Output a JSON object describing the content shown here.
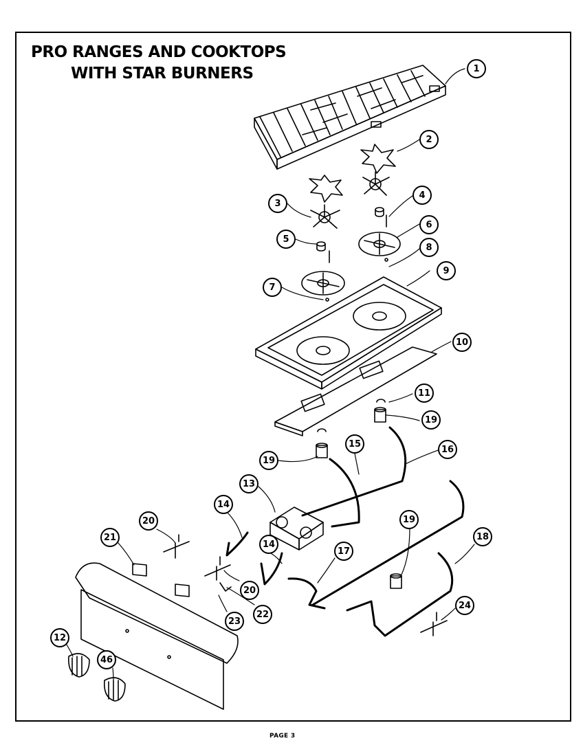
{
  "header": {
    "title_line1": "PRO RANGES AND COOKTOPS",
    "title_line2": "WITH STAR BURNERS"
  },
  "footer": {
    "page_label": "PAGE 3"
  },
  "callouts": [
    "1",
    "2",
    "3",
    "4",
    "5",
    "6",
    "7",
    "8",
    "9",
    "10",
    "11",
    "19",
    "19",
    "15",
    "16",
    "13",
    "14",
    "14",
    "17",
    "18",
    "19",
    "20",
    "20",
    "21",
    "22",
    "23",
    "24",
    "12",
    "46"
  ]
}
